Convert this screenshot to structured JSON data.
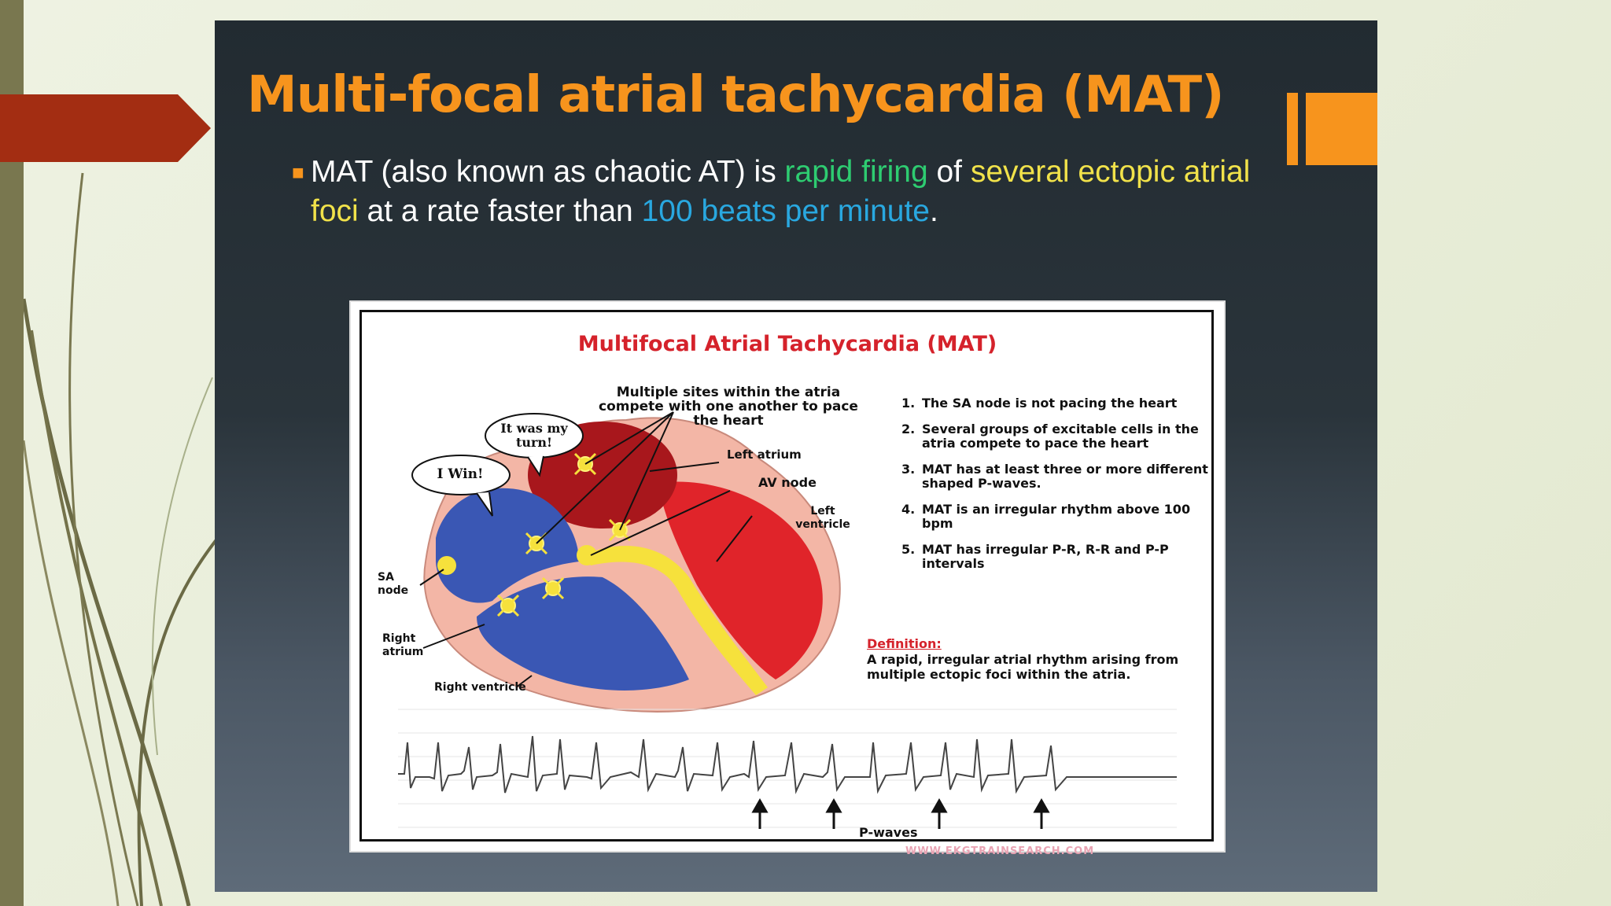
{
  "slide": {
    "title": "Multi-focal atrial tachycardia (MAT)",
    "bullet": {
      "t1": "MAT (also known as chaotic AT) is ",
      "t2": "rapid firing",
      "t3": " of ",
      "t4": "several ectopic atrial foci",
      "t5": " at a rate faster than ",
      "t6": "100 beats per minute",
      "t7": "."
    }
  },
  "figure": {
    "title": "Multifocal Atrial Tachycardia (MAT)",
    "compete_note": "Multiple sites within the atria compete with one another to pace the heart",
    "bubble_turn": "It was my turn!",
    "bubble_win": "I Win!",
    "labels": {
      "left_atrium": "Left atrium",
      "av_node": "AV node",
      "left_ventricle": "Left ventricle",
      "sa_node": "SA node",
      "right_atrium": "Right atrium",
      "right_ventricle": "Right ventricle"
    },
    "points": [
      {
        "num": "1.",
        "text": "The SA node is not pacing the heart"
      },
      {
        "num": "2.",
        "text": "Several groups of excitable cells in the atria compete to pace the heart"
      },
      {
        "num": "3.",
        "text": "MAT has at least three or more different shaped P-waves."
      },
      {
        "num": "4.",
        "text": "MAT is an irregular rhythm above 100 bpm"
      },
      {
        "num": "5.",
        "text": "MAT has irregular P-R, R-R and P-P intervals"
      }
    ],
    "definition_heading": "Definition:",
    "definition_text": "A rapid, irregular atrial rhythm arising from multiple ectopic foci within the atria.",
    "pwaves_label": "P-waves",
    "website": "WWW.EKGTRAINSEARCH.COM"
  },
  "colors": {
    "title_orange": "#f7941d",
    "arrow_red": "#a32d12",
    "highlight_green": "#2ecc71",
    "highlight_yellow": "#f1e24a",
    "highlight_blue": "#29a8e0",
    "figure_title_red": "#d5222b"
  },
  "icons": [
    "red-arrow-icon",
    "orange-bar-icon",
    "bullet-square-icon",
    "spark-star-icon",
    "up-arrow-icon"
  ]
}
